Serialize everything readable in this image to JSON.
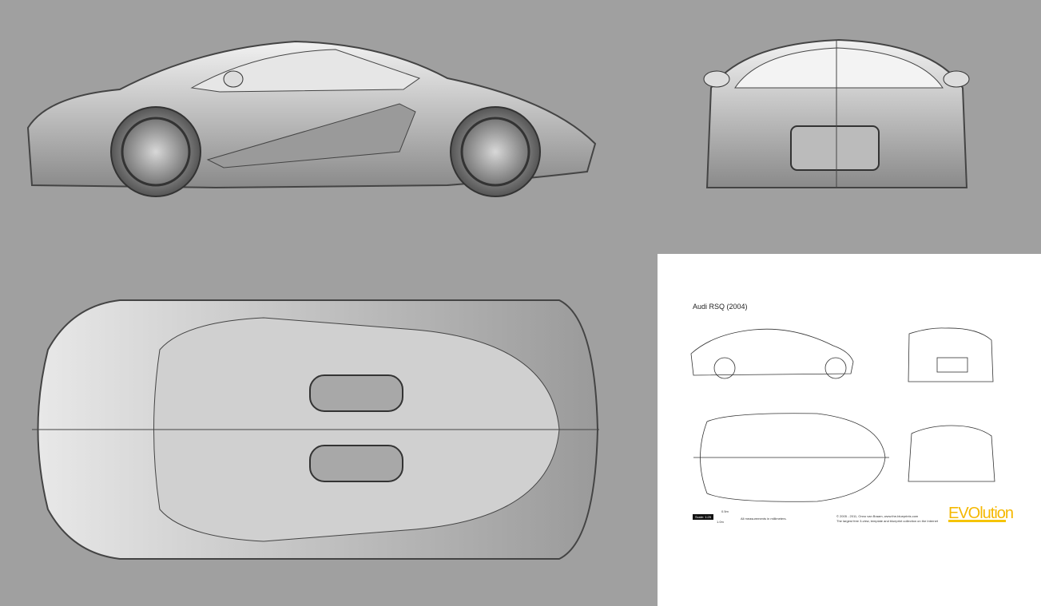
{
  "viewports": {
    "background": "#a0a0a0",
    "reference_background": "#ffffff"
  },
  "reference": {
    "title": "Audi RSQ (2004)",
    "scale_label": "Scale: 1:25",
    "scale_top": "0.5m",
    "scale_bottom": "1.0m",
    "measurements_note": "All measurements in millimeters.",
    "copyright": "© 2005 - 2011, Onno van Braam,  www.the-blueprints.com",
    "tagline": "The largest free 3-view, template and blueprint collection on the Internet",
    "logo": "EVOlution",
    "logo_color": "#f5b800"
  }
}
